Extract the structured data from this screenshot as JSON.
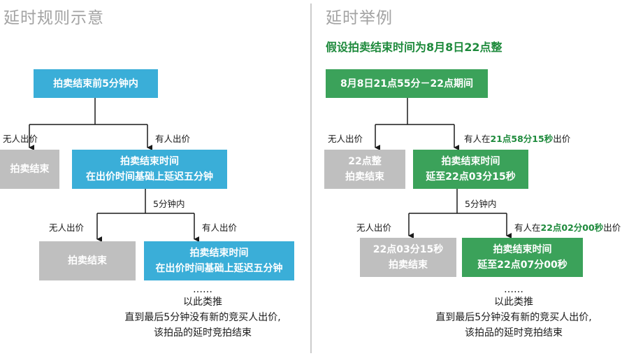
{
  "left": {
    "title": "延时规则示意",
    "top_box": "拍卖结束前5分钟内",
    "branch1": {
      "no_bid": "无人出价",
      "bid": "有人出价",
      "end_box": "拍卖结束",
      "extend_line1": "拍卖结束时间",
      "extend_line2": "在出价时间基础上延迟五分钟"
    },
    "within_label": "5分钟内",
    "branch2": {
      "no_bid": "无人出价",
      "bid": "有人出价",
      "end_box": "拍卖结束",
      "extend_line1": "拍卖结束时间",
      "extend_line2": "在出价时间基础上延迟五分钟"
    },
    "ellipsis": "……",
    "note_lines": [
      "以此类推",
      "直到最后5分钟没有新的竞买人出价,",
      "该拍品的延时竞拍结束"
    ]
  },
  "right": {
    "title": "延时举例",
    "assumption": "假设拍卖结束时间为8月8日22点整",
    "top_box": "8月8日21点55分－22点期间",
    "branch1": {
      "no_bid": "无人出价",
      "bid_prefix": "有人在",
      "bid_time": "21点58分15秒",
      "bid_suffix": "出价",
      "end_line1": "22点整",
      "end_line2": "拍卖结束",
      "extend_line1": "拍卖结束时间",
      "extend_line2": "延至22点03分15秒"
    },
    "within_label": "5分钟内",
    "branch2": {
      "no_bid": "无人出价",
      "bid_prefix": "有人在",
      "bid_time": "22点02分00秒",
      "bid_suffix": "出价",
      "end_line1": "22点03分15秒",
      "end_line2": "拍卖结束",
      "extend_line1": "拍卖结束时间",
      "extend_line2": "延至22点07分00秒"
    },
    "ellipsis": "……",
    "note_lines": [
      "以此类推",
      "直到最后5分钟没有新的竞买人出价,",
      "该拍品的延时竞拍结束"
    ]
  },
  "colors": {
    "blue": "#3aaed8",
    "green": "#3ba25a",
    "gray": "#bfbfbf",
    "green_text": "#1e8a3c",
    "title_gray": "#a3a3a3"
  }
}
